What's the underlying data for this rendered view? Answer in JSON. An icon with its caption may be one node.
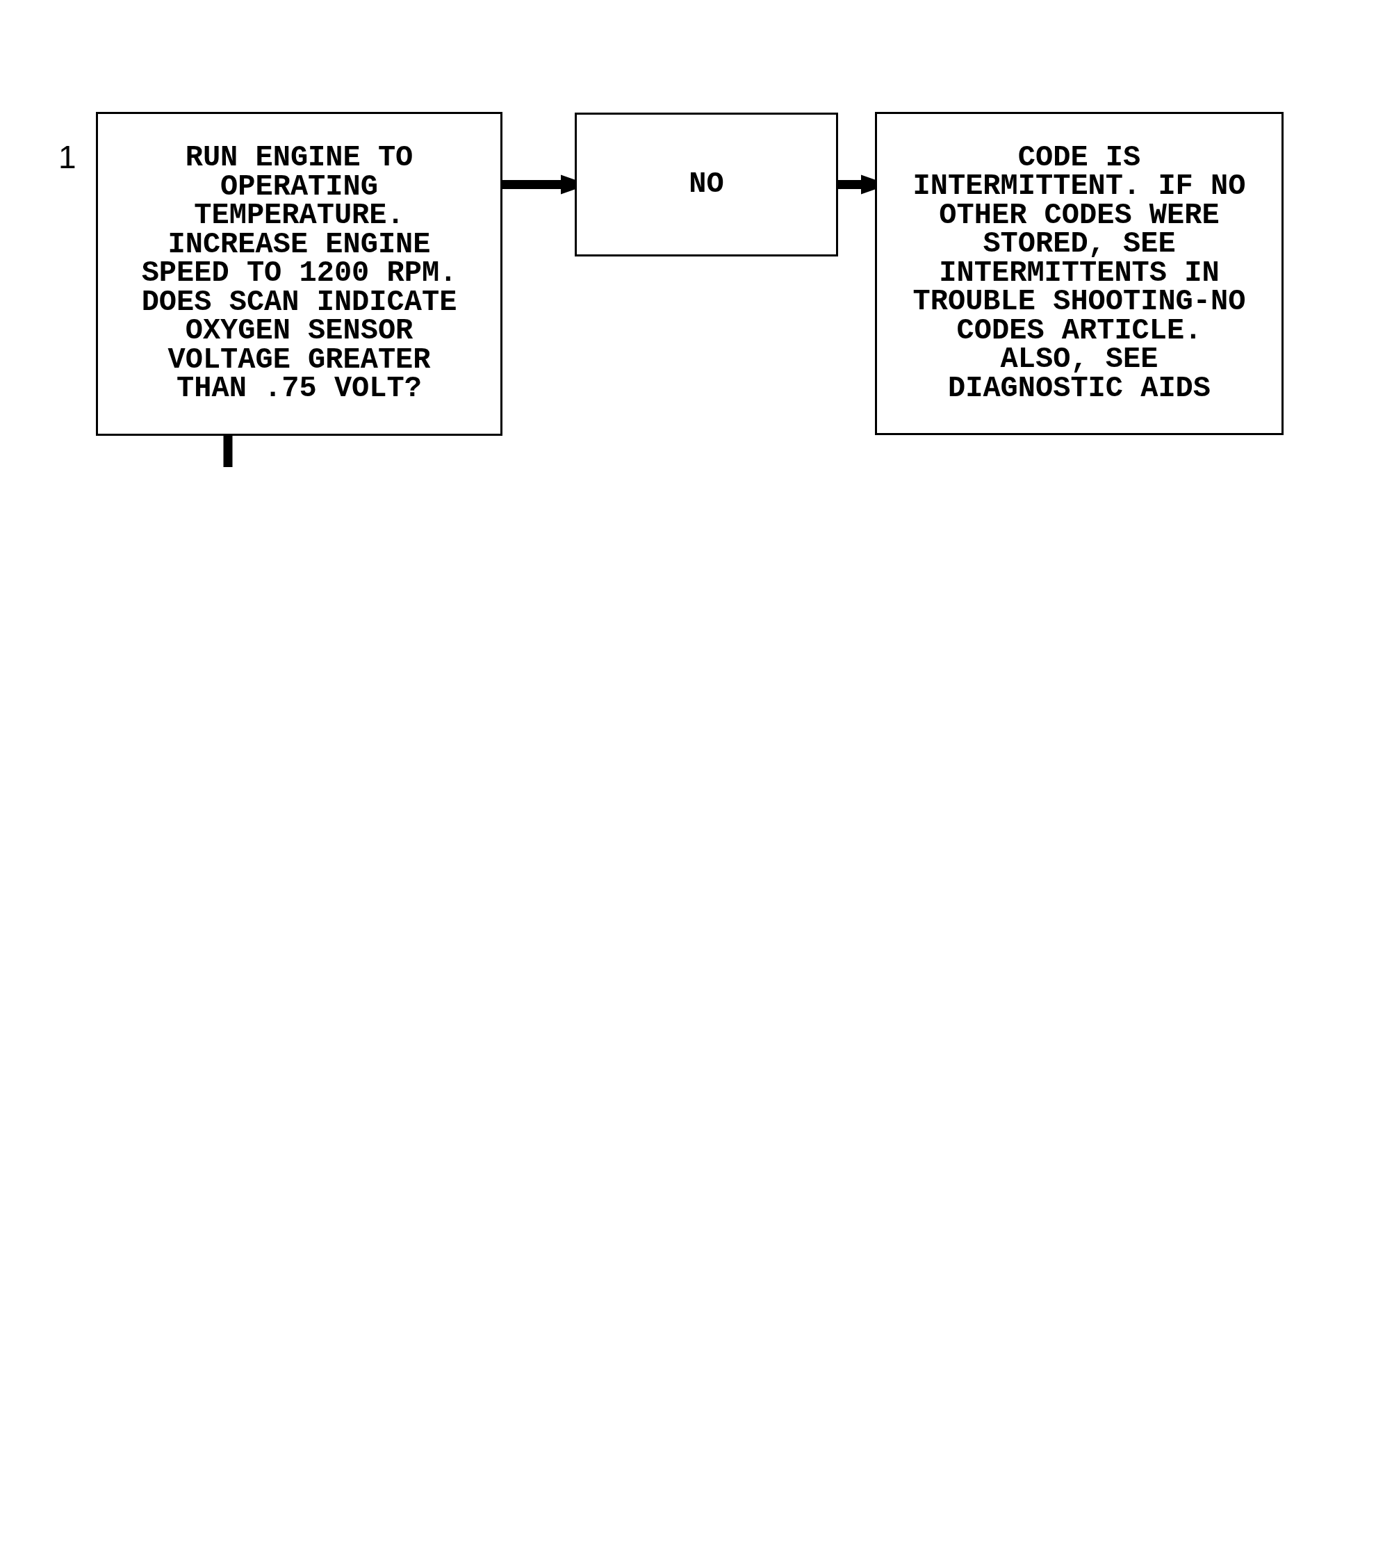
{
  "diagram": {
    "nodes": [
      {
        "text": [
          "RUN ENGINE TO OPERATING TEMPERATURE. INCREASE ENGINE SPEED TO 1200 RPM. DOES SCAN INDICATE OXYGEN SENSOR VOLTAGE GREATER THAN .75 VOLT?"
        ],
        "beside": [
          "1"
        ]
      },
      {
        "text": [
          "NO"
        ]
      },
      {
        "text": [
          "CODE IS INTERMITTENT. IF NO OTHER CODES WERE STORED, SEE INTERMITTENTS IN TROUBLE SHOOTING-NO CODES ARTICLE. ALSO, SEE DIAGNOSTIC AIDS"
        ]
      }
    ],
    "edges": [
      {
        "from": 0,
        "to": 1,
        "arrow": "to"
      },
      {
        "from": 1,
        "to": 2,
        "arrow": "to"
      },
      {
        "from": 0,
        "to": null,
        "arrow": "none"
      }
    ]
  }
}
